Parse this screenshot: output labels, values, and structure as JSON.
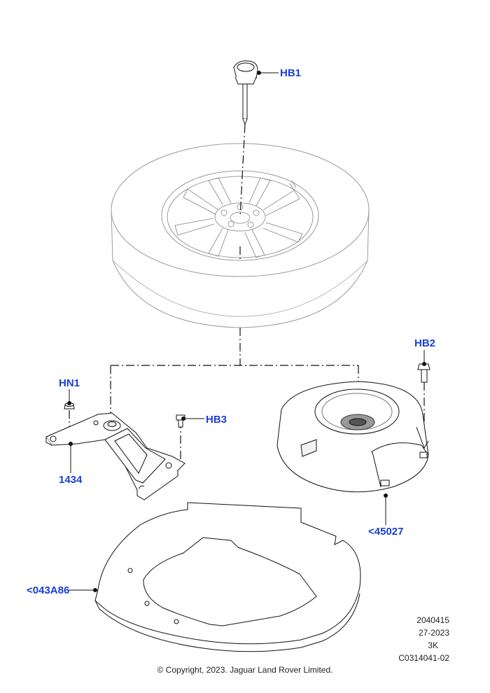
{
  "callouts": {
    "hb1": "HB1",
    "hb2": "HB2",
    "hb3": "HB3",
    "hn1": "HN1",
    "p1434": "1434",
    "p45027": "<45027",
    "p043a86": "<043A86"
  },
  "meta": {
    "code1": "2040415",
    "code2": "27-2023",
    "code3": "3K",
    "code4": "C0314041-02"
  },
  "copyright": "© Copyright, 2023. Jaguar Land Rover Limited.",
  "colors": {
    "callout": "#1a3fd6",
    "line": "#111111",
    "tyre_outline": "#9a9a9a"
  }
}
